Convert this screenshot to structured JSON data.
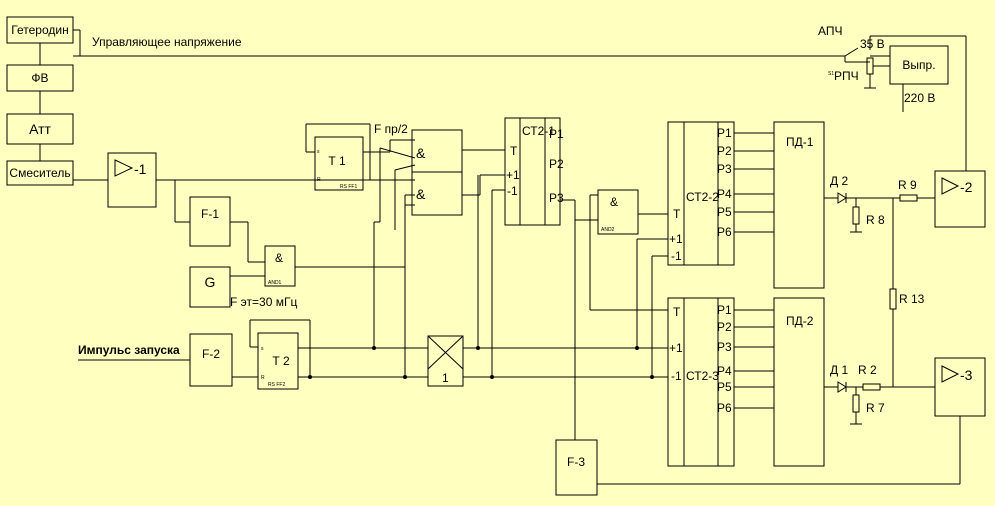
{
  "blocks": {
    "heterodyne": "Гетеродин",
    "fv": "ФВ",
    "att": "Атт",
    "mixer": "Смеситель",
    "amp1": "-1",
    "amp2": "-2",
    "amp3": "-3",
    "f1": "F-1",
    "f2": "F-2",
    "f3": "F-3",
    "g": "G",
    "t1": "Т 1",
    "t2": "Т 2",
    "t1_sub": "RS FF1",
    "t2_sub": "RS FF2",
    "and": "&",
    "and1_sub": "AND1",
    "and2_sub": "AND2",
    "xor_digit": "1",
    "st21": "СТ2-1",
    "st22": "СТ2-2",
    "st23": "СТ2-3",
    "pd1": "ПД-1",
    "pd2": "ПД-2",
    "rectifier": "Выпр."
  },
  "pins": {
    "s": "s",
    "r": "R",
    "t": "T",
    "plus1": "+1",
    "minus1": "-1",
    "p1": "P1",
    "p2": "P2",
    "p3": "P3",
    "p4": "P4",
    "p5": "P5",
    "p6": "P6"
  },
  "labels": {
    "control_voltage": "Управляющее напряжение",
    "apch": "АПЧ",
    "rpch": "РПЧ",
    "s1": "S1",
    "volt35": "35 В",
    "volt220": "220 В",
    "f_pr2": "F пр/2",
    "f_et": "F эт=30 мГц",
    "start_pulse": "Импульс запуска",
    "d2": "Д 2",
    "d1": "Д 1",
    "r9": "R 9",
    "r8": "R 8",
    "r13": "R 13",
    "r2": "R 2",
    "r7": "R 7"
  }
}
